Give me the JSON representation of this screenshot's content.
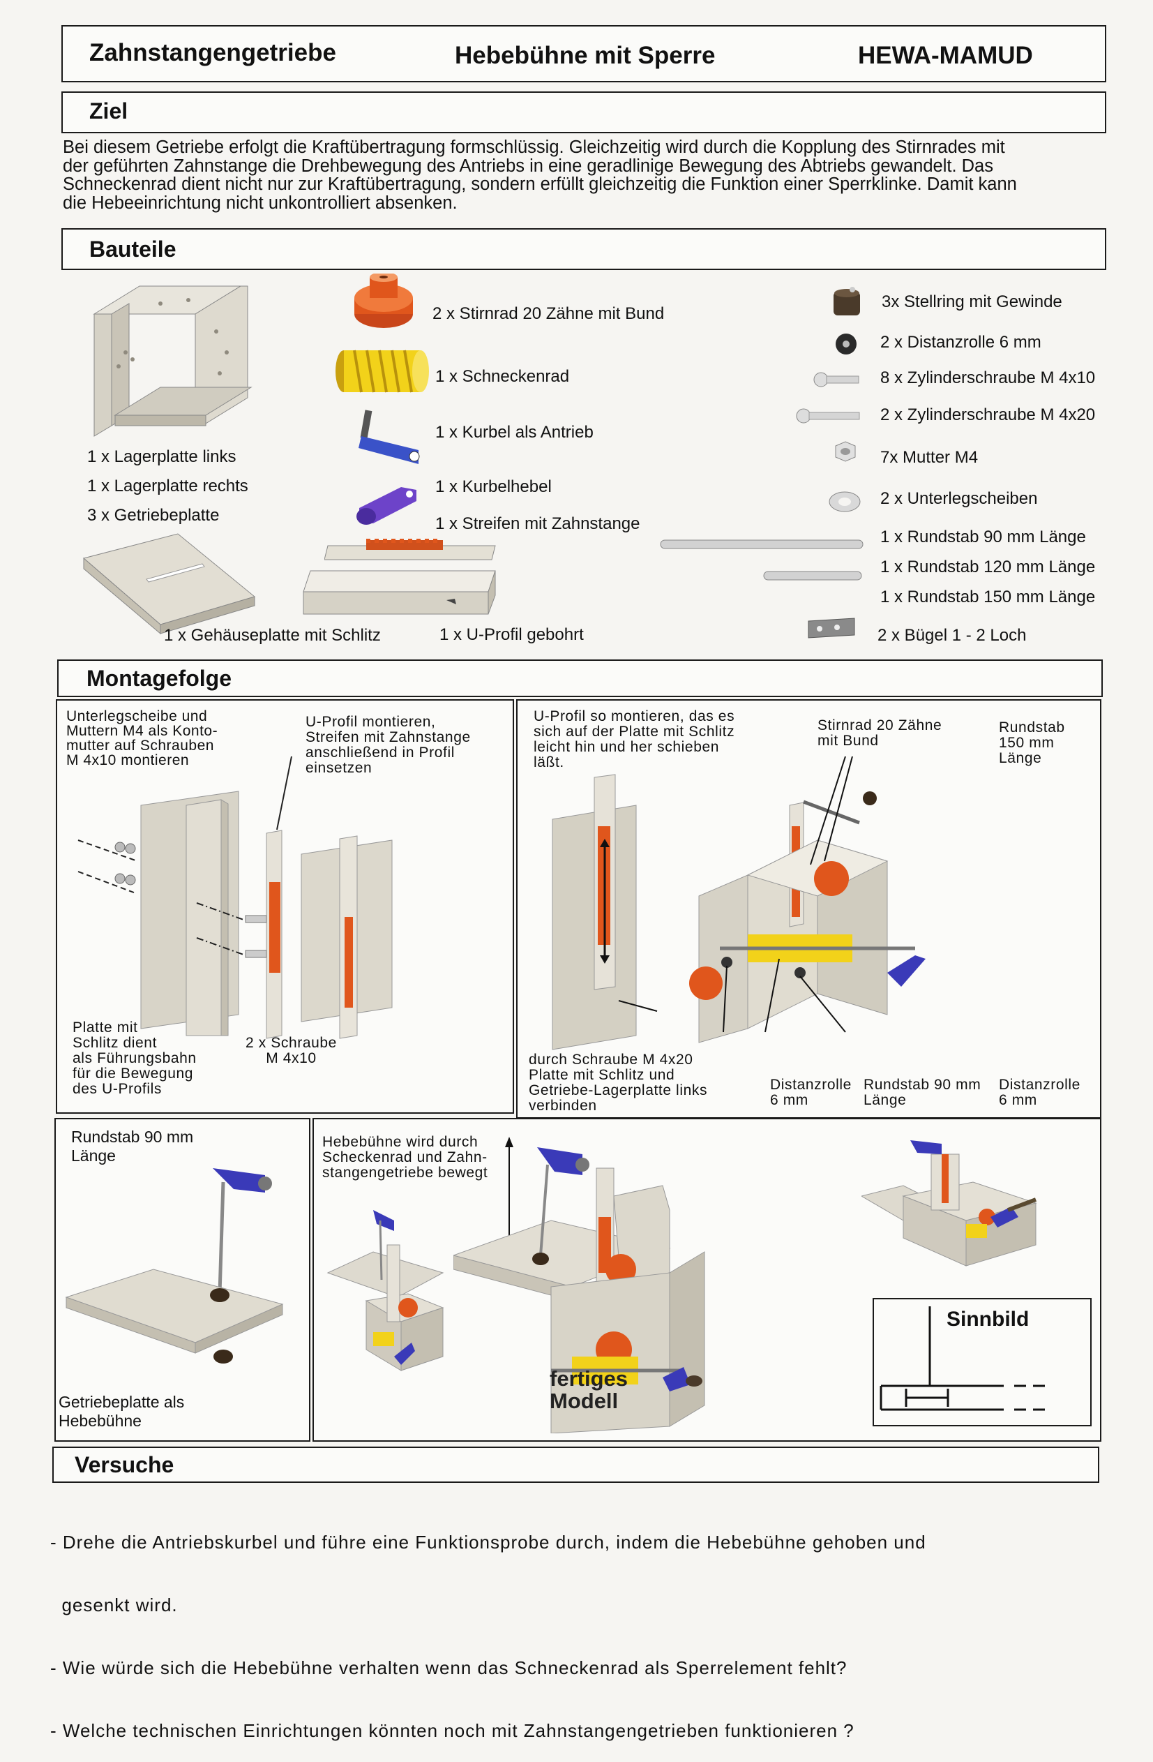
{
  "header": {
    "left": "Zahnstangengetriebe",
    "center": "Hebebühne mit Sperre",
    "right": "HEWA-MAMUD"
  },
  "ziel": {
    "title": "Ziel",
    "lines": [
      "Bei diesem Getriebe erfolgt die Kraftübertragung formschlüssig. Gleichzeitig wird durch die Kopplung des Stirnrades mit",
      "der geführten Zahnstange die Drehbewegung des Antriebs in eine geradlinige Bewegung des Abtriebs gewandelt. Das",
      "Schneckenrad dient nicht nur zur Kraftübertragung, sondern erfüllt gleichzeitig die Funktion einer Sperrklinke. Damit kann",
      "die Hebeeinrichtung nicht unkontrolliert absenken."
    ]
  },
  "bauteile": {
    "title": "Bauteile",
    "parts_left": [
      "1 x Lagerplatte links",
      "1 x Lagerplatte rechts",
      "3 x Getriebeplatte"
    ],
    "housing_plate": "1 x Gehäuseplatte mit Schlitz",
    "u_profile": "1 x U-Profil gebohrt",
    "parts_mid": [
      "2 x Stirnrad 20 Zähne mit Bund",
      "1 x Schneckenrad",
      "1 x Kurbel als Antrieb",
      "1 x Kurbelhebel",
      "1 x Streifen mit Zahnstange"
    ],
    "parts_right": [
      "3x Stellring mit Gewinde",
      "2 x Distanzrolle 6 mm",
      "8 x Zylinderschraube M 4x10",
      "2 x Zylinderschraube M 4x20",
      "7x Mutter M4",
      "2 x Unterlegscheiben",
      "1 x Rundstab 90 mm Länge",
      "1 x Rundstab 120 mm Länge",
      "1 x Rundstab 150 mm Länge",
      "2 x Bügel 1 - 2 Loch"
    ]
  },
  "montage": {
    "title": "Montagefolge",
    "p1_note1": [
      "Unterlegscheibe und",
      "Muttern M4 als Konto-",
      "mutter auf Schrauben",
      "M 4x10  montieren"
    ],
    "p1_note2": [
      "U-Profil montieren,",
      "Streifen mit Zahnstange",
      "anschließend in Profil",
      "einsetzen"
    ],
    "p1_note3": [
      "Platte mit",
      "Schlitz dient",
      "als Führungsbahn",
      "für die Bewegung",
      "des U-Profils"
    ],
    "p1_note4": [
      "2 x Schraube",
      "M 4x10"
    ],
    "p2_note1": [
      "U-Profil so montieren, das es",
      "sich auf der Platte mit Schlitz",
      "leicht hin und her schieben",
      "läßt."
    ],
    "p2_note2": [
      "Stirnrad 20 Zähne",
      "mit Bund"
    ],
    "p2_note3": [
      "Rundstab",
      "150 mm",
      "Länge"
    ],
    "p2_note4": [
      "durch Schraube M 4x20",
      "Platte mit Schlitz und",
      "Getriebe-Lagerplatte links",
      "verbinden"
    ],
    "p2_note5": [
      "Distanzrolle",
      "6 mm"
    ],
    "p2_note6": [
      "Rundstab 90 mm",
      "Länge"
    ],
    "p2_note7": [
      "Distanzrolle",
      "6 mm"
    ],
    "p3_note1": [
      "Rundstab 90 mm",
      "Länge"
    ],
    "p3_note2": [
      "Getriebeplatte als",
      "Hebebühne"
    ],
    "p4_note1": [
      "Hebebühne wird durch",
      "Scheckenrad und Zahn-",
      "stangengetriebe bewegt"
    ],
    "finished": [
      "fertiges",
      "Modell"
    ],
    "sinnbild": "Sinnbild"
  },
  "versuche": {
    "title": "Versuche",
    "items": [
      "- Drehe die Antriebskurbel und führe eine Funktionsprobe durch, indem die Hebebühne gehoben und",
      "  gesenkt wird.",
      "- Wie würde sich die Hebebühne verhalten wenn das Schneckenrad als Sperrelement fehlt?",
      "- Welche technischen Einrichtungen könnten noch mit Zahnstangengetrieben funktionieren ?"
    ]
  },
  "colors": {
    "plate": "#dcd8cc",
    "gear": "#e0561c",
    "worm": "#f2d21a",
    "crank": "#4a3fbf"
  }
}
